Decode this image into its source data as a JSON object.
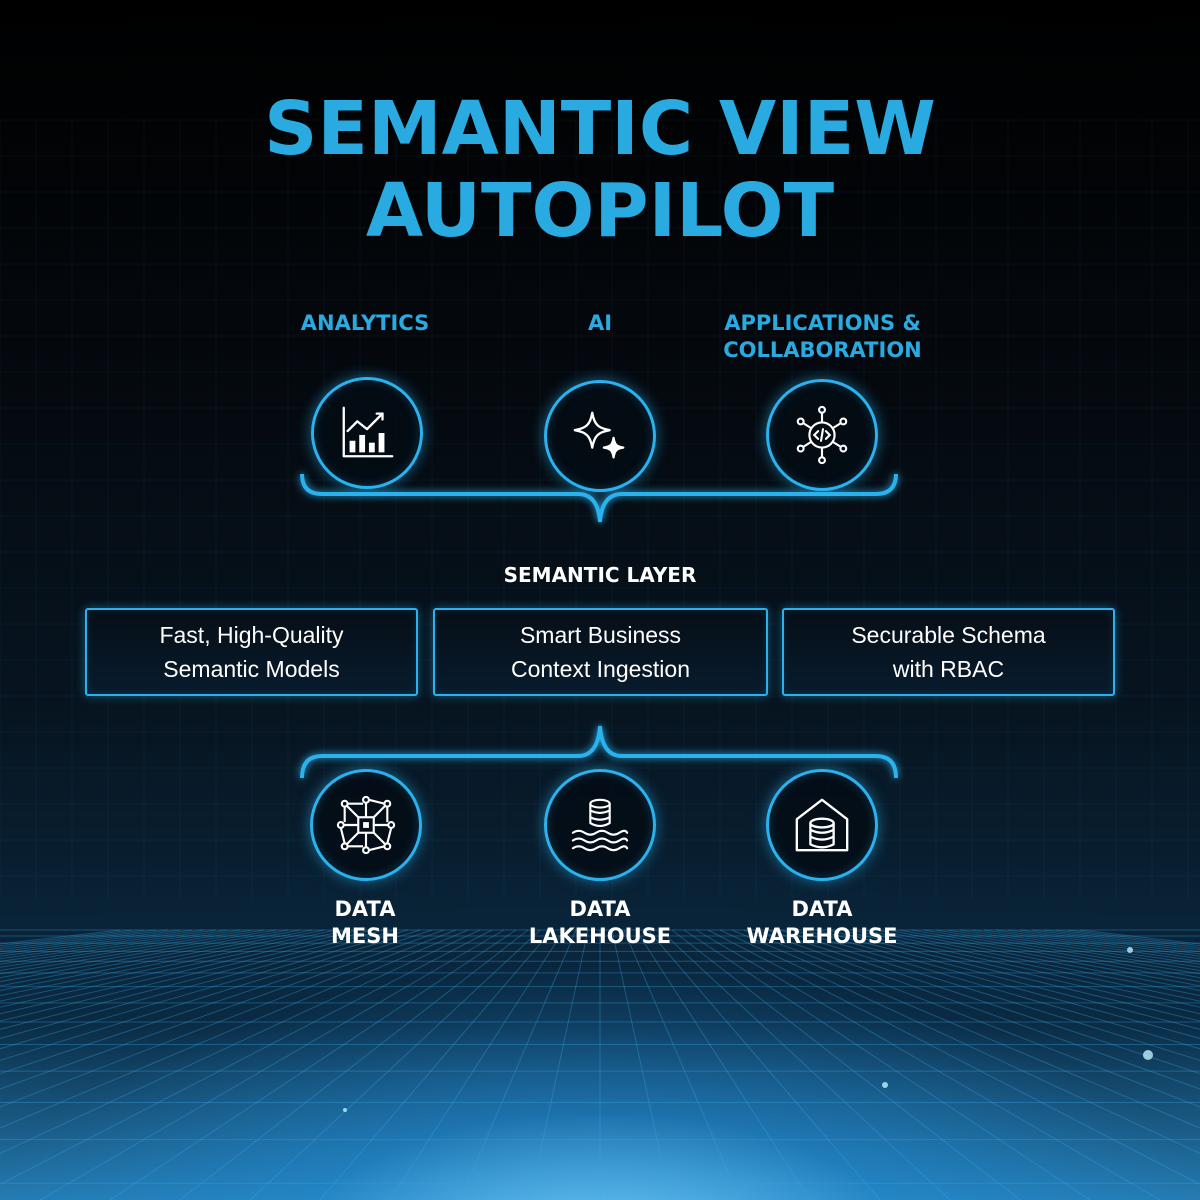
{
  "title": {
    "line1": "SEMANTIC VIEW",
    "line2": "AUTOPILOT"
  },
  "top_items": [
    {
      "label_lines": [
        "ANALYTICS"
      ],
      "icon": "bar-chart-trend-icon"
    },
    {
      "label_lines": [
        "AI"
      ],
      "icon": "sparkles-icon"
    },
    {
      "label_lines": [
        "APPLICATIONS &",
        "COLLABORATION"
      ],
      "icon": "code-network-icon"
    }
  ],
  "semantic_layer": {
    "label": "SEMANTIC LAYER",
    "boxes": [
      {
        "line1": "Fast, High-Quality",
        "line2": "Semantic Models"
      },
      {
        "line1": "Smart Business",
        "line2": "Context Ingestion"
      },
      {
        "line1": "Securable Schema",
        "line2": "with RBAC"
      }
    ]
  },
  "bottom_items": [
    {
      "label_lines": [
        "DATA",
        "MESH"
      ],
      "icon": "mesh-network-icon"
    },
    {
      "label_lines": [
        "DATA",
        "LAKEHOUSE"
      ],
      "icon": "database-waves-icon"
    },
    {
      "label_lines": [
        "DATA",
        "WAREHOUSE"
      ],
      "icon": "warehouse-database-icon"
    }
  ],
  "colors": {
    "accent": "#29abe2",
    "text": "#ffffff",
    "background": "#05070b"
  }
}
